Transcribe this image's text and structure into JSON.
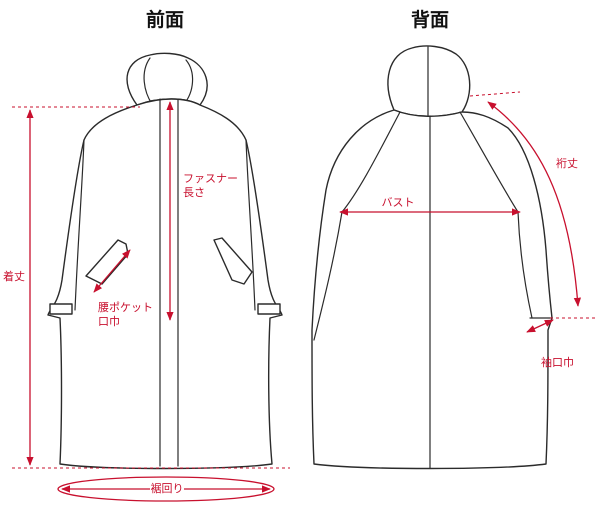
{
  "views": {
    "front": "前面",
    "back": "背面"
  },
  "labels": {
    "length": "着丈",
    "zipper_line1": "ファスナー",
    "zipper_line2": "長さ",
    "pocket_line1": "腰ポケット",
    "pocket_line2": "口巾",
    "hem": "裾回り",
    "bust": "バスト",
    "sleeve_length": "裄丈",
    "cuff": "袖口巾"
  },
  "colors": {
    "measure": "#c8102e",
    "outline": "#2b2b2b",
    "background": "#ffffff"
  }
}
